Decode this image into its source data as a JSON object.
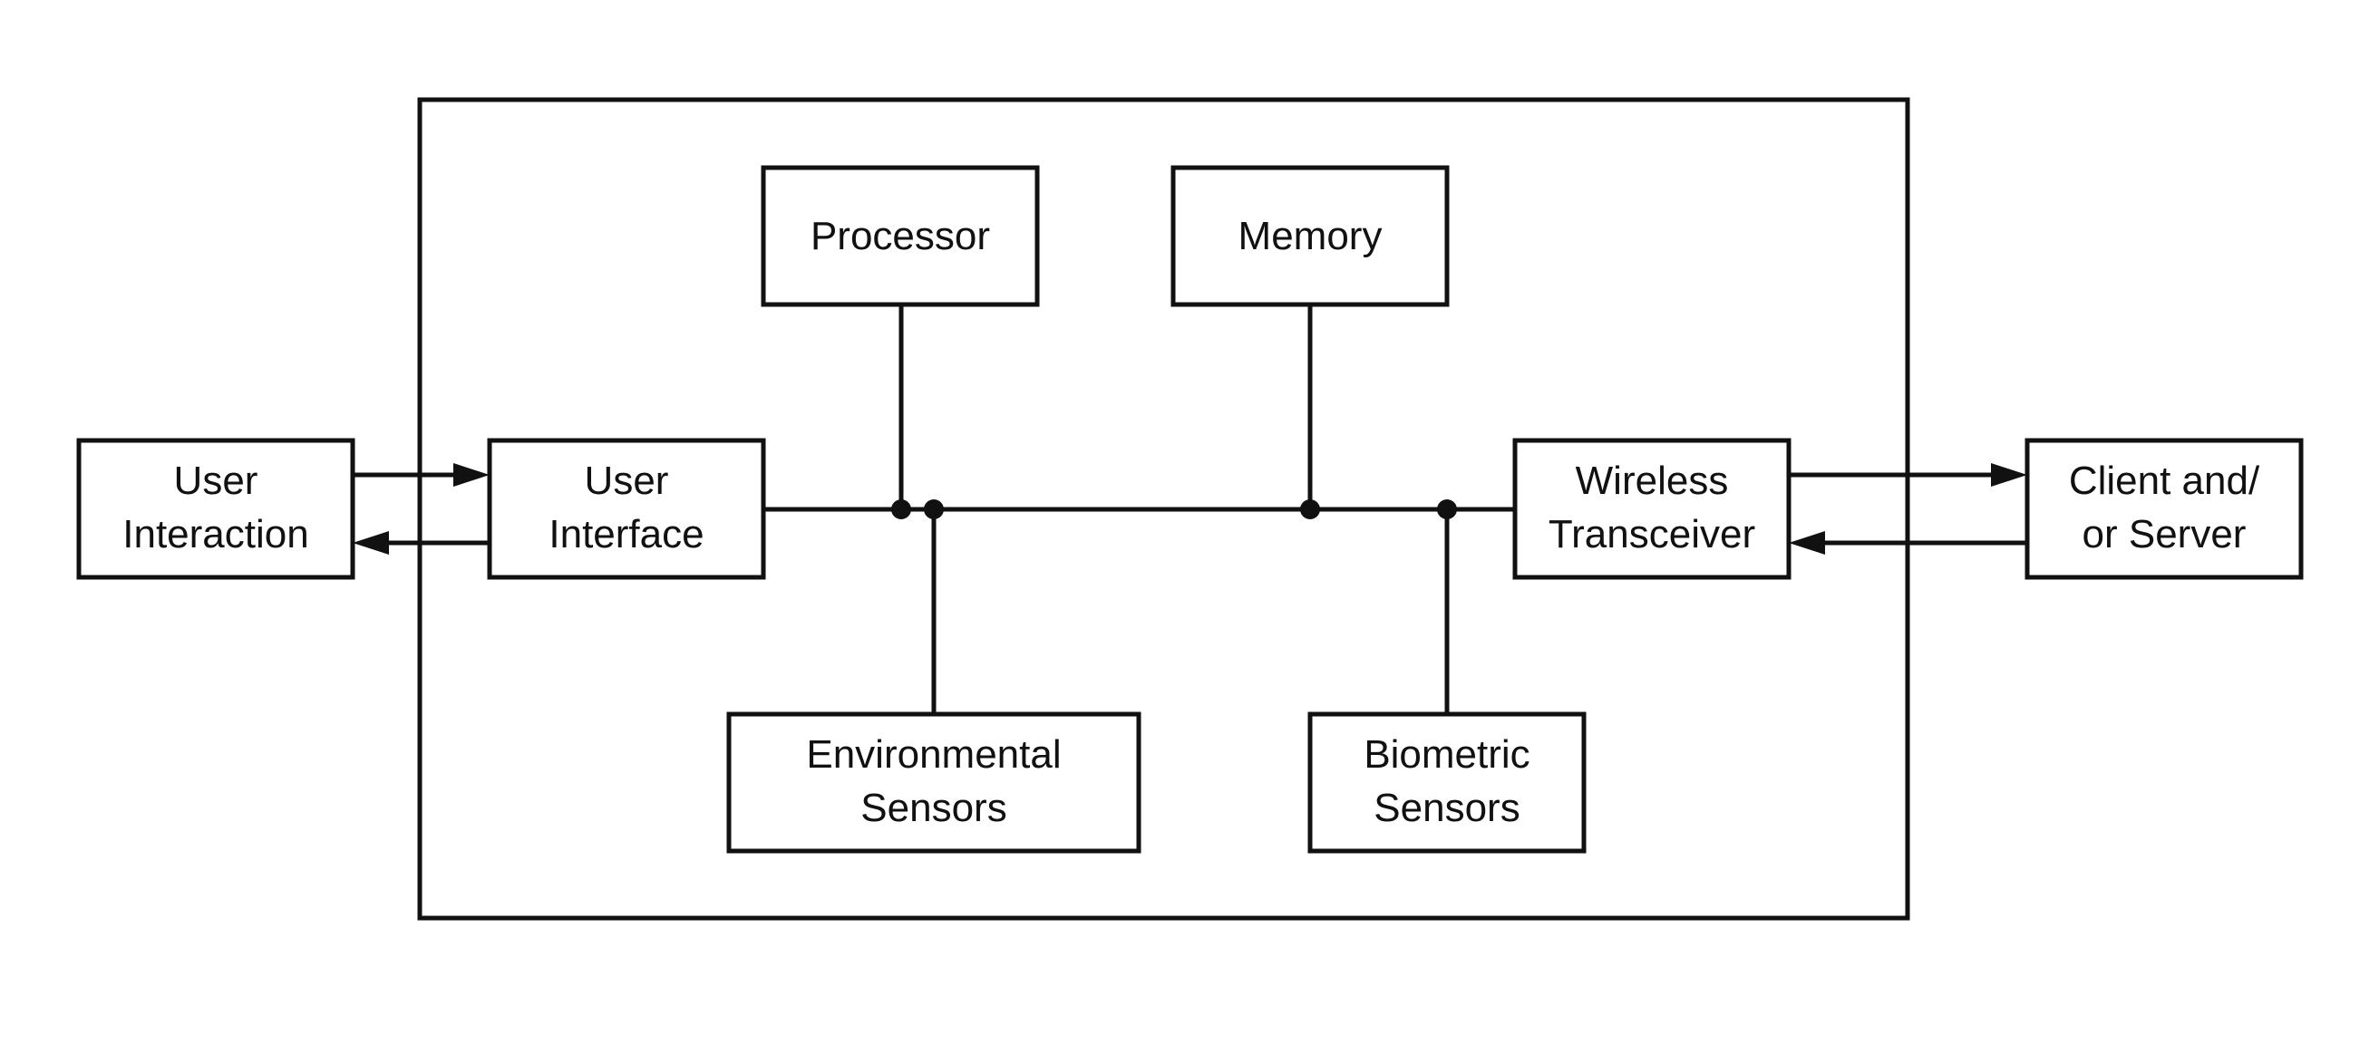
{
  "diagram": {
    "blocks": {
      "processor": {
        "label": "Processor"
      },
      "memory": {
        "label": "Memory"
      },
      "user_interaction": {
        "line1": "User",
        "line2": "Interaction"
      },
      "user_interface": {
        "line1": "User",
        "line2": "Interface"
      },
      "wireless_transceiver": {
        "line1": "Wireless",
        "line2": "Transceiver"
      },
      "client_server": {
        "line1": "Client and/",
        "line2": "or Server"
      },
      "environmental_sensors": {
        "line1": "Environmental",
        "line2": "Sensors"
      },
      "biometric_sensors": {
        "line1": "Biometric",
        "line2": "Sensors"
      }
    },
    "colors": {
      "line": "#111111",
      "background": "#ffffff"
    }
  }
}
